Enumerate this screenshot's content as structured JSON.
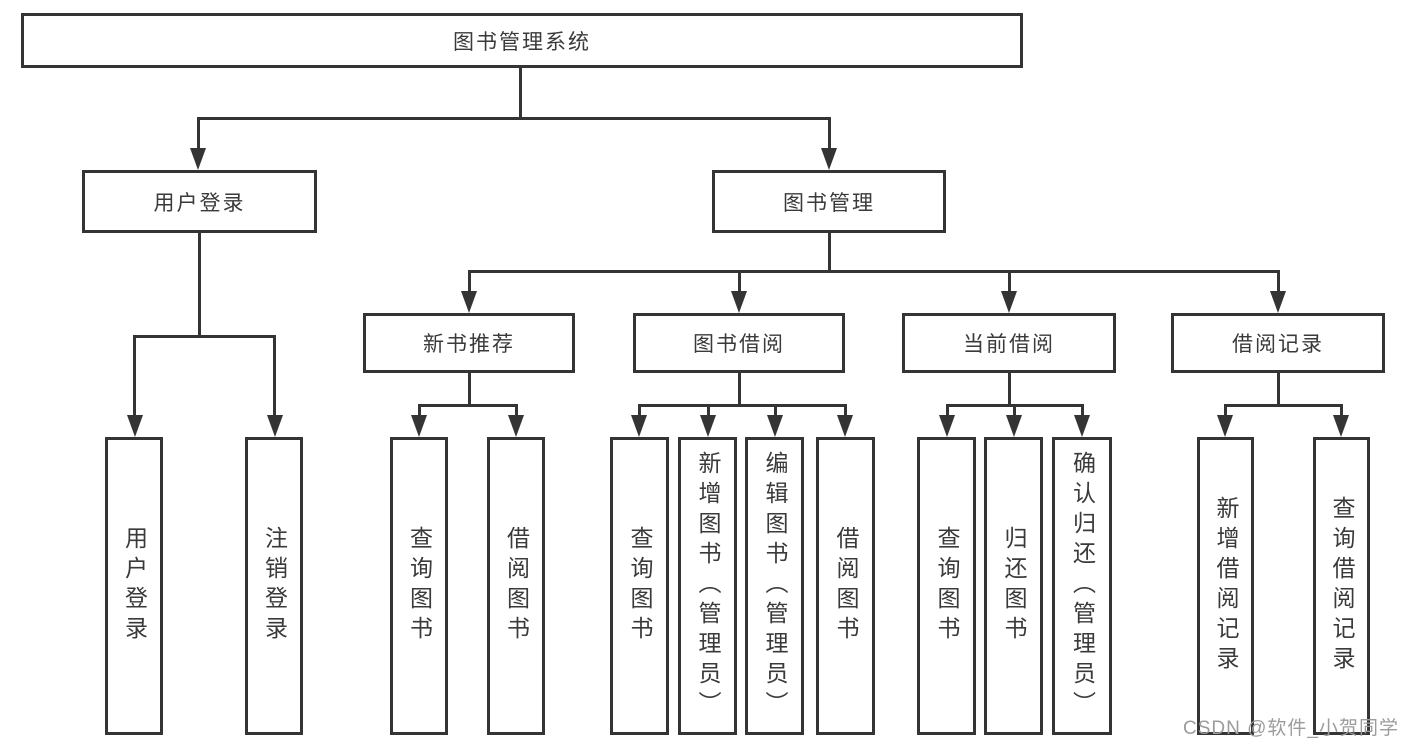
{
  "diagram": {
    "root": {
      "label": "图书管理系统",
      "children": [
        {
          "label": "用户登录",
          "children": [
            {
              "label": "用户登录"
            },
            {
              "label": "注销登录"
            }
          ]
        },
        {
          "label": "图书管理",
          "children": [
            {
              "label": "新书推荐",
              "children": [
                {
                  "label": "查询图书"
                },
                {
                  "label": "借阅图书"
                }
              ]
            },
            {
              "label": "图书借阅",
              "children": [
                {
                  "label": "查询图书"
                },
                {
                  "label": "新增图书（管理员）"
                },
                {
                  "label": "编辑图书（管理员）"
                },
                {
                  "label": "借阅图书"
                }
              ]
            },
            {
              "label": "当前借阅",
              "children": [
                {
                  "label": "查询图书"
                },
                {
                  "label": "归还图书"
                },
                {
                  "label": "确认归还（管理员）"
                }
              ]
            },
            {
              "label": "借阅记录",
              "children": [
                {
                  "label": "新增借阅记录"
                },
                {
                  "label": "查询借阅记录"
                }
              ]
            }
          ]
        }
      ]
    },
    "watermark": "CSDN @软件_小贺同学",
    "colors": {
      "line": "#343434",
      "text": "#3a3a3a",
      "watermark": "#9c9c9c",
      "background": "#ffffff"
    }
  }
}
